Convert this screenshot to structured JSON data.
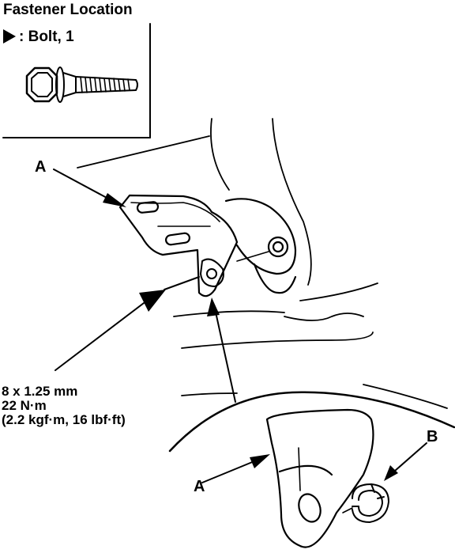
{
  "header": {
    "title": "Fastener Location",
    "legend_text": ": Bolt, 1",
    "legend_icon": "triangle-pointer-icon"
  },
  "callouts": {
    "a_upper": "A",
    "a_lower": "A",
    "b": "B"
  },
  "bolt_spec": {
    "size": "8 x 1.25 mm",
    "torque_nm": "22 N·m",
    "torque_alt": "(2.2 kgf·m, 16 lbf·ft)"
  }
}
